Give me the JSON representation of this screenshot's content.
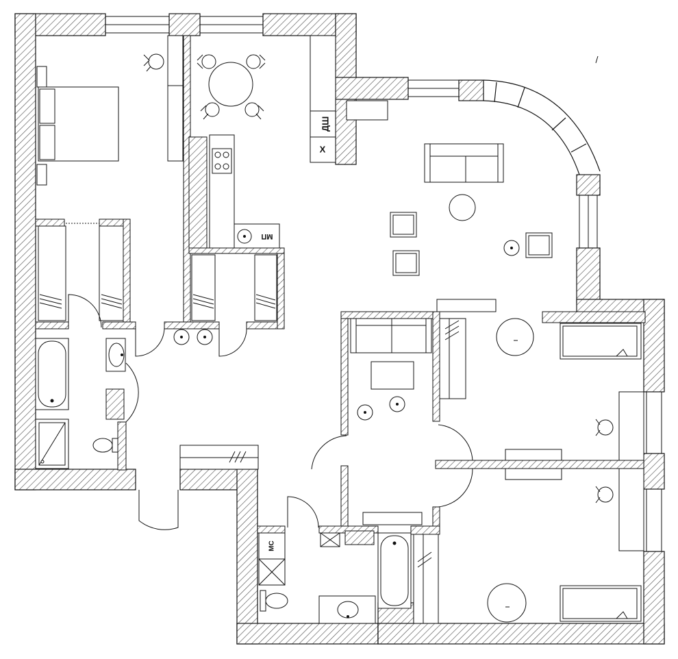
{
  "labels": {
    "dishwasher": "ДШ",
    "fridge": "Х",
    "washing_machine": "МС",
    "washing_machine_kitchen": "МП"
  },
  "colors": {
    "wall_hatch": "#555555",
    "line": "#111111",
    "background": "#ffffff"
  }
}
